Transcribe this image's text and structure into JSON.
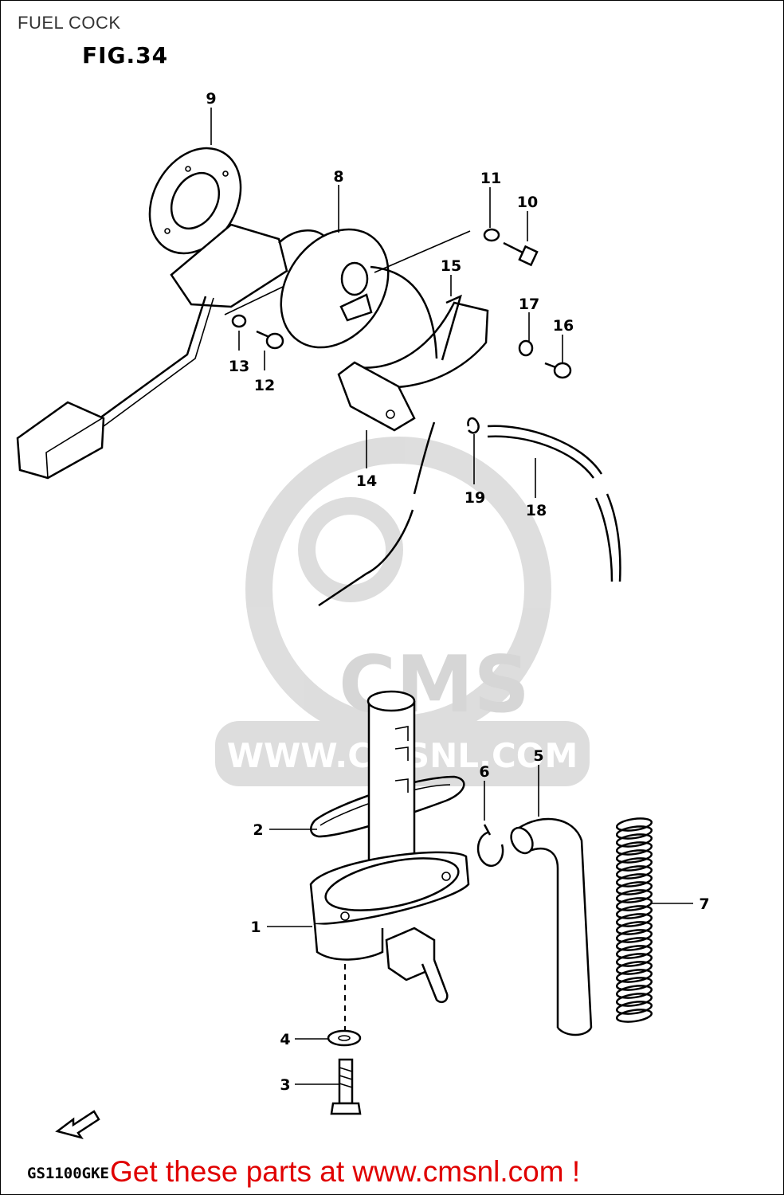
{
  "page": {
    "title": "FUEL COCK",
    "figure": "FIG.34",
    "model_code": "GS1100GKE",
    "promo": "Get these parts at www.cmsnl.com !"
  },
  "watermark": {
    "logo": "CMS",
    "url": "WWW.CMSNL.COM"
  },
  "callouts": {
    "c1": "1",
    "c2": "2",
    "c3": "3",
    "c4": "4",
    "c5": "5",
    "c6": "6",
    "c7": "7",
    "c8": "8",
    "c9": "9",
    "c10": "10",
    "c11": "11",
    "c12": "12",
    "c13": "13",
    "c14": "14",
    "c15": "15",
    "c16": "16",
    "c17": "17",
    "c18": "18",
    "c19": "19"
  },
  "icons": {
    "front_arrow": "front-arrow-icon"
  }
}
